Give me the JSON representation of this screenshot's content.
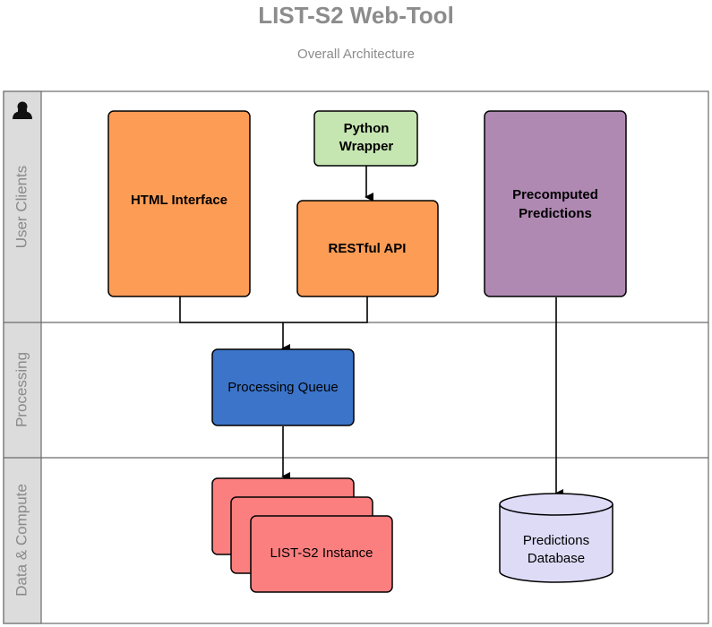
{
  "header": {
    "title": "LIST-S2 Web-Tool",
    "subtitle": "Overall Architecture"
  },
  "lanes": [
    {
      "label": "User Clients"
    },
    {
      "label": "Processing"
    },
    {
      "label": "Data & Compute"
    }
  ],
  "icons": {
    "lane_header": "user-icon"
  },
  "nodes": {
    "html_interface": {
      "label": "HTML Interface",
      "color": "#fd9c55"
    },
    "python_wrapper": {
      "line1": "Python",
      "line2": "Wrapper",
      "color": "#c6e6b1"
    },
    "restful_api": {
      "label": "RESTful API",
      "color": "#fd9c55"
    },
    "precomputed": {
      "line1": "Precomputed",
      "line2": "Predictions",
      "color": "#b089b3"
    },
    "processing_queue": {
      "label": "Processing Queue",
      "color": "#3b74c9"
    },
    "instance": {
      "label": "LIST-S2 Instance",
      "color": "#fc7f80"
    },
    "database": {
      "line1": "Predictions",
      "line2": "Database",
      "color": "#dedbf7"
    }
  }
}
